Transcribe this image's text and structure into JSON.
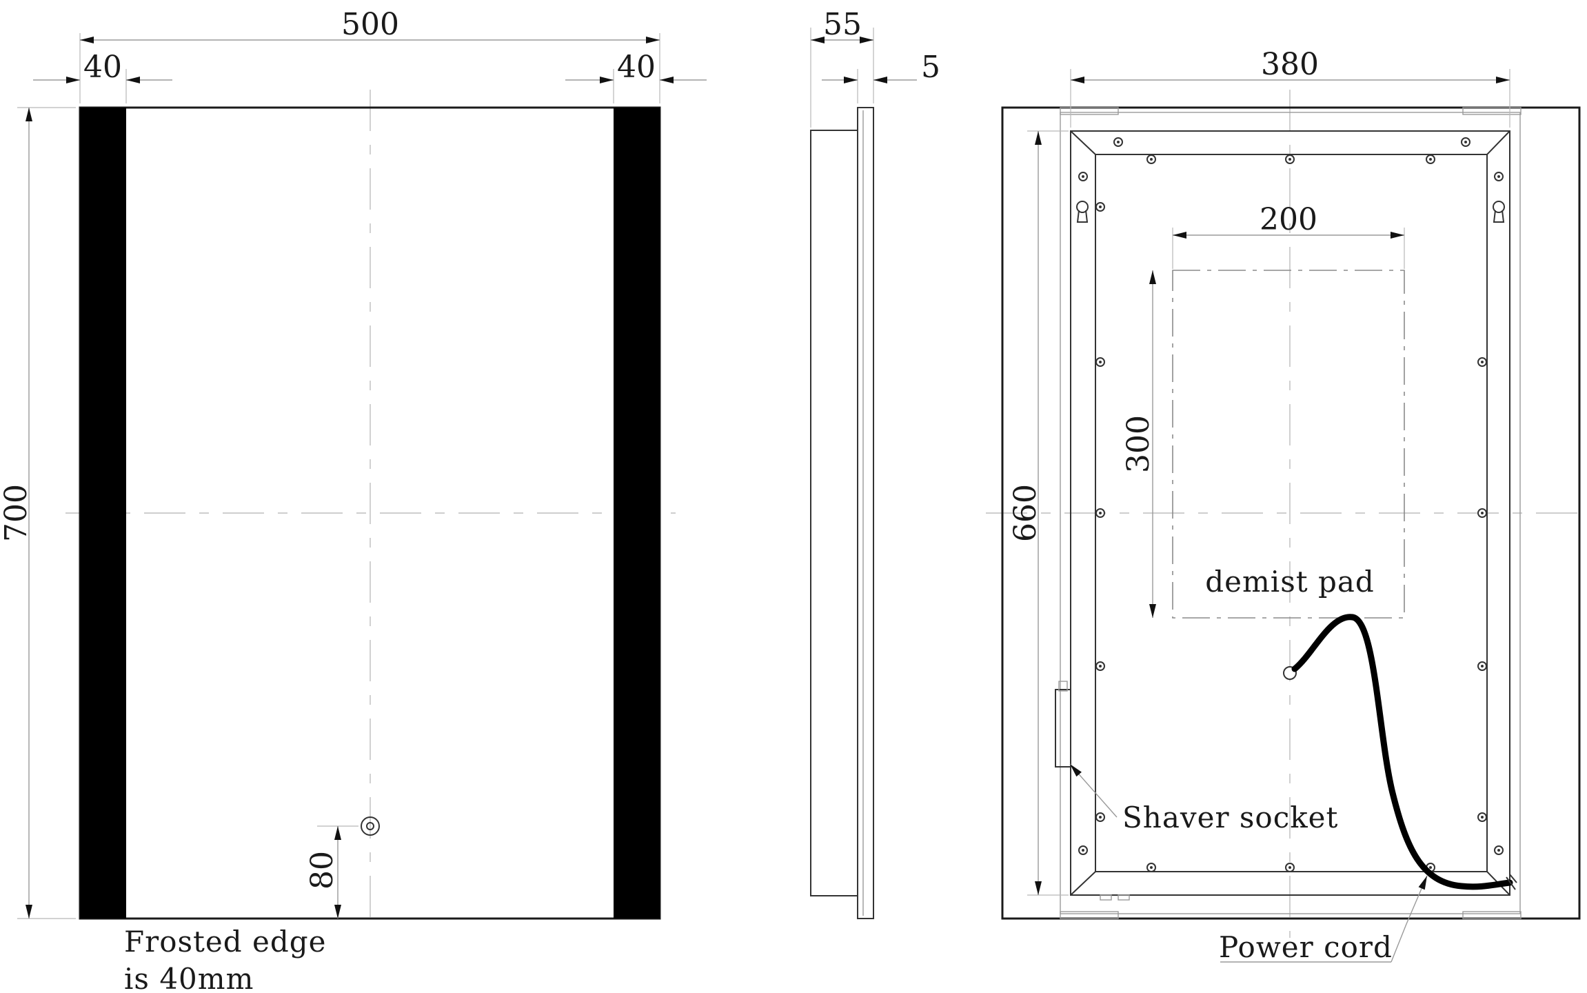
{
  "front_view": {
    "width_dim": "500",
    "left_strip_dim": "40",
    "right_strip_dim": "40",
    "height_dim": "700",
    "sensor_offset_dim": "80",
    "note_line1": "Frosted edge",
    "note_line2": "is 40mm"
  },
  "side_view": {
    "depth_dim": "55",
    "glass_dim": "5"
  },
  "back_view": {
    "frame_width_dim": "380",
    "frame_height_dim": "660",
    "pad_width_dim": "200",
    "pad_height_dim": "300",
    "demist_label": "demist pad",
    "shaver_label": "Shaver socket",
    "power_label": "Power cord"
  },
  "colors": {
    "line": "#1a1a1a",
    "frosted_strip": "#000000",
    "dimension": "#9a9a9a"
  }
}
